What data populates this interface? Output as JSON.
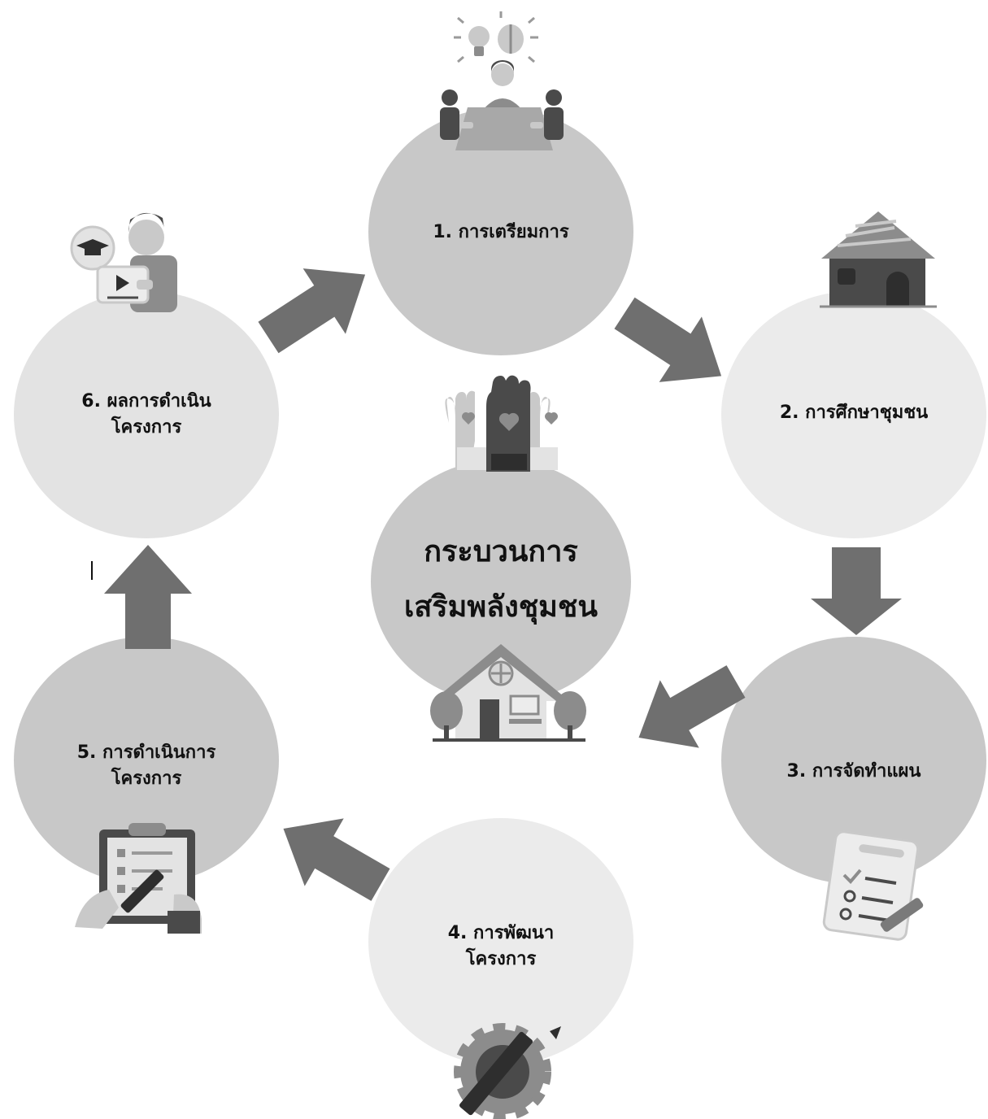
{
  "center": {
    "title_line1": "กระบวนการ",
    "title_line2": "เสริมพลังชุมชน"
  },
  "steps": [
    {
      "line1": "1. การเตรียมการ",
      "line2": ""
    },
    {
      "line1": "2. การศึกษาชุมชน",
      "line2": ""
    },
    {
      "line1": "3. การจัดทำแผน",
      "line2": ""
    },
    {
      "line1": "4. การพัฒนา",
      "line2": "โครงการ"
    },
    {
      "line1": "5. การดำเนินการ",
      "line2": "โครงการ"
    },
    {
      "line1": "6. ผลการดำเนิน",
      "line2": "โครงการ"
    }
  ],
  "colors": {
    "circle_dark": "#c8c8c8",
    "circle_light": "#e3e3e3",
    "circle_lightest": "#ebebeb",
    "arrow": "#6f6f6f",
    "icon_dark": "#4a4a4a",
    "icon_mid": "#8c8c8c",
    "icon_light": "#c9c9c9"
  },
  "icons": [
    "meeting-icon",
    "house-icon",
    "checklist-icon",
    "gear-pencil-icon",
    "clipboard-icon",
    "teacher-icon",
    "raised-hands-icon",
    "community-house-icon"
  ]
}
